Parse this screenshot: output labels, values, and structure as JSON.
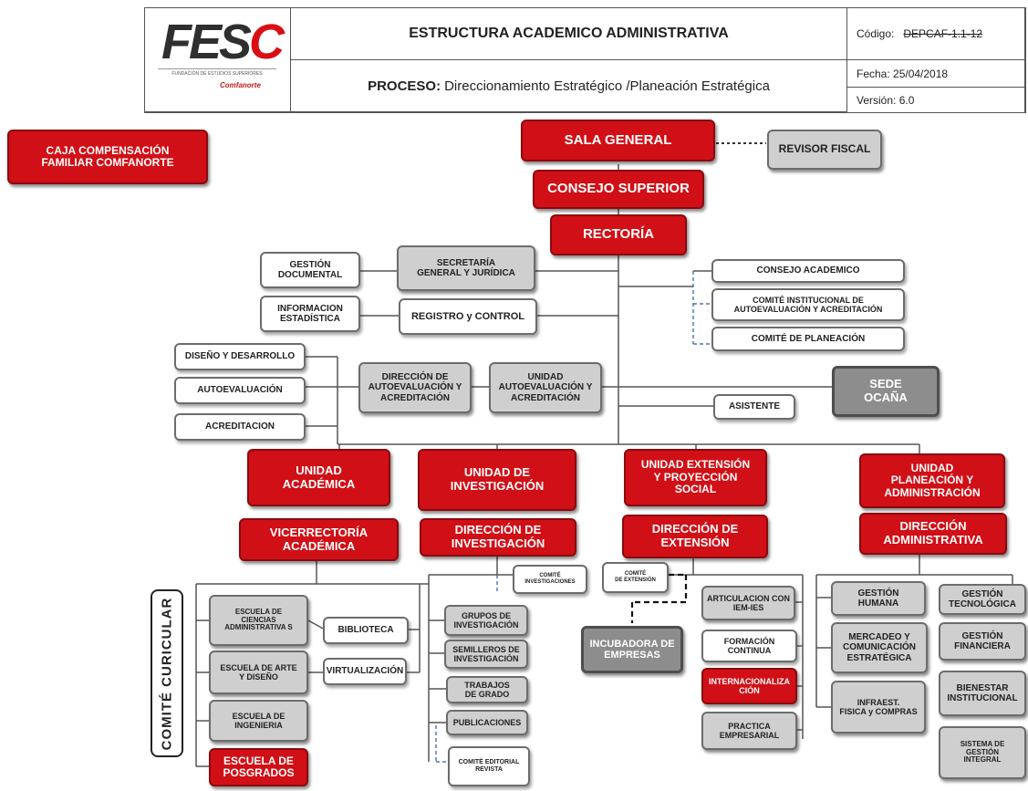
{
  "header": {
    "logo_text": "FESC",
    "logo_subtext": "FUNDACIÓN DE ESTUDIOS SUPERIORES",
    "logo_brand": "Comfanorte",
    "title": "ESTRUCTURA ACADEMICO ADMINISTRATIVA",
    "process_label": "PROCESO:",
    "process_value": "Direccionamiento Estratégico  /Planeación Estratégica",
    "code_label": "Código:",
    "code_value": "DEPCAF-1.1-12",
    "date_label": "Fecha: 25/04/2018",
    "version_label": "Versión: 6.0"
  },
  "colors": {
    "red": "#d10f16",
    "gray": "#cfcfcf",
    "dark_gray": "#8d8d8d",
    "white": "#ffffff"
  },
  "nodes": {
    "caja": "CAJA COMPENSACIÓN\nFAMILIAR  COMFANORTE",
    "sala_general": "SALA GENERAL",
    "revisor_fiscal": "REVISOR FISCAL",
    "consejo_superior": "CONSEJO SUPERIOR",
    "rectoria": "RECTORÍA",
    "gestion_documental": "GESTIÓN\nDOCUMENTAL",
    "secretaria": "SECRETARÍA\nGENERAL  Y JURÍDICA",
    "informacion_estadistica": "INFORMACION\nESTADÍSTICA",
    "registro_control": "REGISTRO  y CONTROL",
    "consejo_academico": "CONSEJO  ACADEMICO",
    "comite_autoevaluacion": "COMITÉ INSTITUCIONAL DE\nAUTOEVALUACIÓN Y ACREDITACIÓN",
    "comite_planeacion": "COMITÉ DE PLANEACIÓN",
    "diseno_desarrollo": "DISEÑO  Y DESARROLLO",
    "autoevaluacion": "AUTOEVALUACIÓN",
    "acreditacion": "ACREDITACION",
    "direccion_autoevaluacion": "DIRECCIÓN  DE\nAUTOEVALUACIÓN Y\nACREDITACIÓN",
    "unidad_autoevaluacion": "UNIDAD\nAUTOEVALUACIÓN Y\nACREDITACIÓN",
    "sede_ocana": "SEDE\nOCAÑA",
    "asistente": "ASISTENTE",
    "unidad_academica": "UNIDAD\nACADÉMICA",
    "unidad_investigacion": "UNIDAD  DE\nINVESTIGACIÓN",
    "unidad_extension": "UNIDAD  EXTENSIÓN\nY PROYECCIÓN\nSOCIAL",
    "unidad_planeacion": "UNIDAD\nPLANEACIÓN  Y\nADMINISTRACIÓN",
    "vicerrectoria": "VICERRECTORÍA\nACADÉMICA",
    "direccion_investigacion": "DIRECCIÓN  DE\nINVESTIGACIÓN",
    "direccion_extension": "DIRECCIÓN  DE\nEXTENSIÓN",
    "direccion_administrativa": "DIRECCIÓN\nADMINISTRATIVA",
    "comite_curricular": "COMITÉ  CURICULAR",
    "escuela_ciencias": "ESCUELA DE\nCIENCIAS\nADMINISTRATIVA S",
    "escuela_arte": "ESCUELA DE ARTE\nY DISEÑO",
    "escuela_ingenieria": "ESCUELA DE\nINGENIERIA",
    "escuela_posgrados": "ESCUELA  DE\nPOSGRADOS",
    "biblioteca": "BIBLIOTECA",
    "virtualizacion": "VIRTUALIZACIÓN",
    "comite_investigaciones": "COMITÉ\nINVESTIGACIONES",
    "grupos_investigacion": "GRUPOS DE\nINVESTIGACIÓN",
    "semilleros": "SEMILLEROS DE\nINVESTIGACIÓN",
    "trabajos_grado": "TRABAJOS\nDE GRADO",
    "publicaciones": "PUBLICACIONES",
    "comite_editorial": "COMITÉ  EDITORIAL\nREVISTA",
    "comite_extension": "COMITÉ\nDE EXTENSIÓN",
    "incubadora": "INCUBADORA  DE\nEMPRESAS",
    "articulacion": "ARTICULACION CON\nIEM-IES",
    "formacion_continua": "FORMACIÓN\nCONTINUA",
    "internacionalizacion": "INTERNACIONALIZA\nCIÓN",
    "practica_empresarial": "PRACTICA\nEMPRESARIAL",
    "gestion_humana": "GESTIÓN\nHUMANA",
    "mercadeo": "MERCADEO  Y\nCOMUNICACIÓN\nESTRATÉGICA",
    "infraestructura": "INFRAEST.\nFISICA y COMPRAS",
    "gestion_tecnologica": "GESTIÓN\nTECNOLÓGICA",
    "gestion_financiera": "GESTIÓN\nFINANCIERA",
    "bienestar": "BIENESTAR\nINSTITUCIONAL",
    "sistema_gestion": "SISTEMA  DE\nGESTIÓN\nINTEGRAL"
  }
}
